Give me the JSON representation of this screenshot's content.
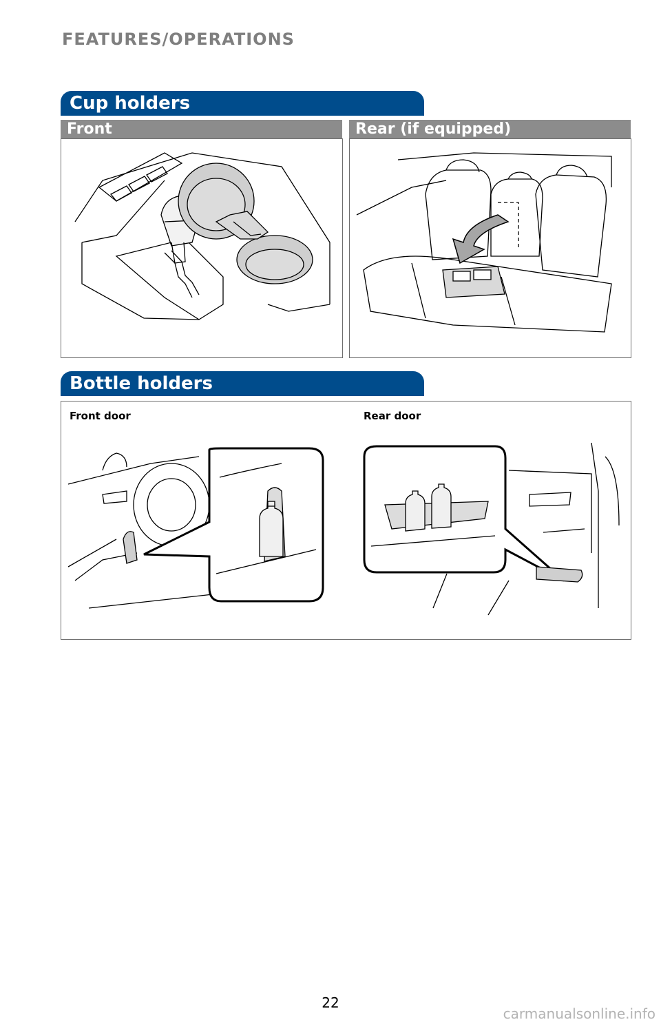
{
  "header": {
    "section_title": "FEATURES/OPERATIONS"
  },
  "cup_holders": {
    "title": "Cup holders",
    "front_label": "Front",
    "rear_label": "Rear (if equipped)"
  },
  "bottle_holders": {
    "title": "Bottle holders",
    "front_door_label": "Front door",
    "rear_door_label": "Rear door"
  },
  "footer": {
    "page_number": "22",
    "watermark": "carmanualsonline.info"
  },
  "colors": {
    "tab_blue": "#004c8c",
    "subhead_gray": "#8c8c8c",
    "header_gray": "#7f7f7f"
  }
}
